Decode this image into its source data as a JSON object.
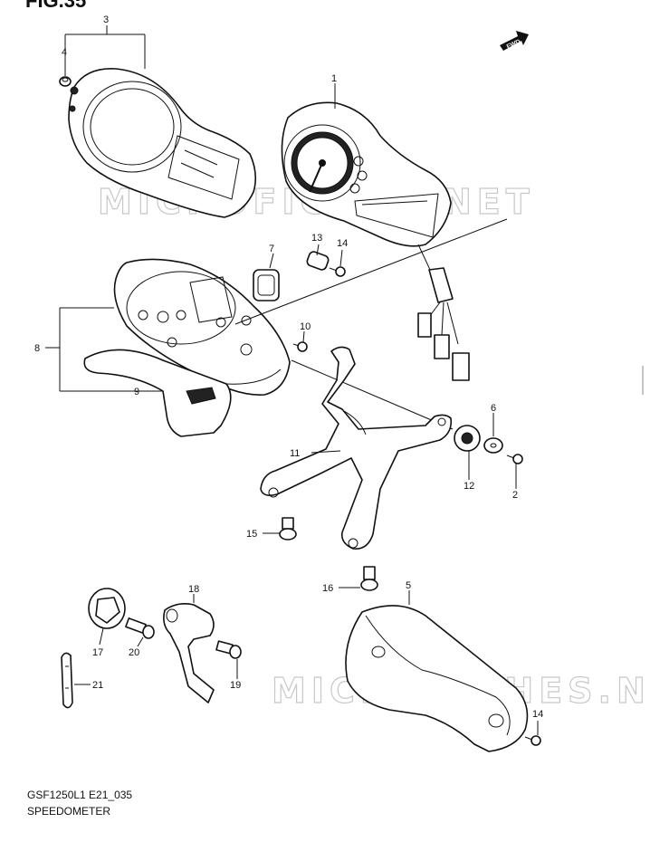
{
  "figure": {
    "title": "FIG.35"
  },
  "watermark": "MICROFICHES.NET",
  "fwd_label": "FWD",
  "footer": {
    "code": "GSF1250L1 E21_035",
    "name": "SPEEDOMETER"
  },
  "callouts": [
    "1",
    "2",
    "3",
    "4",
    "5",
    "6",
    "7",
    "8",
    "9",
    "10",
    "11",
    "12",
    "13",
    "14",
    "15",
    "16",
    "17",
    "18",
    "19",
    "20",
    "21",
    "14"
  ]
}
